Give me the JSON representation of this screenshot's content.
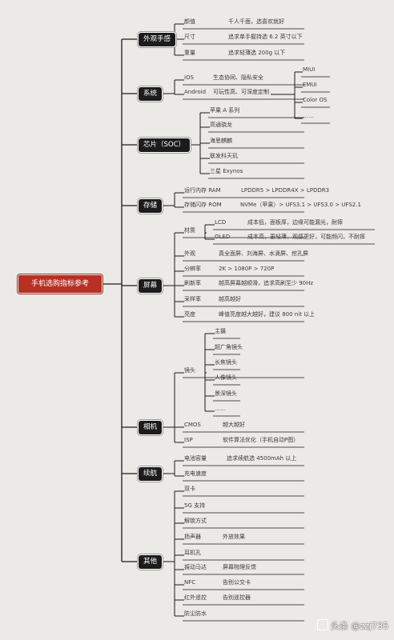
{
  "diagram": {
    "root": "手机选购指标参考",
    "categories": [
      {
        "label": "外观手感",
        "items": [
          {
            "label": "颜值",
            "desc": "千人千面，选喜欢就好"
          },
          {
            "label": "尺寸",
            "desc": "追求单手握持选 6.2 英寸以下"
          },
          {
            "label": "重量",
            "desc": "追求轻薄选 200g 以下"
          }
        ]
      },
      {
        "label": "系统",
        "items": [
          {
            "label": "iOS",
            "desc": "生态协同、隐私安全"
          },
          {
            "label": "Android",
            "desc": "可玩性高、可深度定制",
            "children": [
              "MIUI",
              "EMUI",
              "Color OS",
              "……"
            ]
          }
        ]
      },
      {
        "label": "芯片（SOC）",
        "items": [
          {
            "label": "苹果 A 系列"
          },
          {
            "label": "高通骁龙"
          },
          {
            "label": "海思麒麟"
          },
          {
            "label": "联发科天玑"
          },
          {
            "label": "三星 Exynos"
          }
        ]
      },
      {
        "label": "存储",
        "items": [
          {
            "label": "运行内存 RAM",
            "desc": "LPDDR5 > LPDDR4X > LPDDR3"
          },
          {
            "label": "存储闪存 ROM",
            "desc": "NVMe（苹果）> UFS3.1 > UFS3.0 > UFS2.1"
          }
        ]
      },
      {
        "label": "屏幕",
        "items": [
          {
            "label": "材质",
            "sub": [
              {
                "label": "LCD",
                "desc": "成本低，面板厚，边缘可能漏光，耐摔"
              },
              {
                "label": "OLED",
                "desc": "成本高，更轻薄，观感更好，可能频闪，不耐摔"
              }
            ]
          },
          {
            "label": "外观",
            "desc": "真全面屏、刘海屏、水滴屏、挖孔屏"
          },
          {
            "label": "分辨率",
            "desc": "2K > 1080P > 720P"
          },
          {
            "label": "刷新率",
            "desc": "越高屏幕越顺滑，追求高刷至少 90Hz"
          },
          {
            "label": "采样率",
            "desc": "越高越好"
          },
          {
            "label": "亮度",
            "desc": "峰值亮度越大越好，建议 800 nit 以上"
          }
        ]
      },
      {
        "label": "相机",
        "items": [
          {
            "label": "镜头",
            "sub": [
              {
                "label": "主摄"
              },
              {
                "label": "超广角镜头"
              },
              {
                "label": "长焦镜头"
              },
              {
                "label": "人像镜头"
              },
              {
                "label": "景深镜头"
              },
              {
                "label": "……"
              }
            ]
          },
          {
            "label": "CMOS",
            "desc": "越大越好"
          },
          {
            "label": "ISP",
            "desc": "软件算法优化（手机自动P图）"
          }
        ]
      },
      {
        "label": "续航",
        "items": [
          {
            "label": "电池容量",
            "desc": "追求续航选 4500mAh 以上"
          },
          {
            "label": "充电速度"
          }
        ]
      },
      {
        "label": "其他",
        "items": [
          {
            "label": "双卡"
          },
          {
            "label": "5G 支持"
          },
          {
            "label": "解锁方式"
          },
          {
            "label": "扬声器",
            "desc": "外放效果"
          },
          {
            "label": "耳机孔"
          },
          {
            "label": "振动马达",
            "desc": "屏幕物理反馈"
          },
          {
            "label": "NFC",
            "desc": "告别公交卡"
          },
          {
            "label": "红外遥控",
            "desc": "告别遥控器"
          },
          {
            "label": "防尘防水"
          }
        ]
      }
    ]
  },
  "watermark": {
    "text": "头条 @zzj735"
  },
  "colors": {
    "root": "#b73024",
    "category": "#1c1c1c",
    "line": "#1a1a1a",
    "background": "#eceae7"
  }
}
